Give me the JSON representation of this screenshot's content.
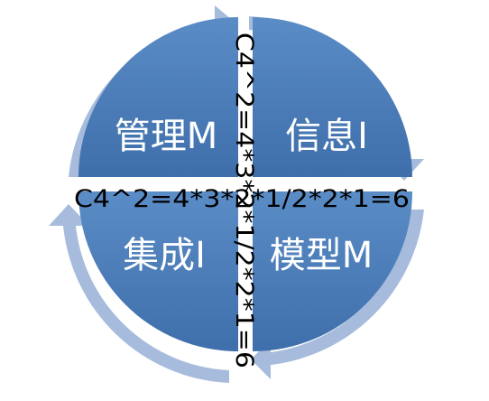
{
  "quadrants": {
    "top_left": "管理M",
    "top_right": "信息Ⅰ",
    "bottom_left": "集成Ⅰ",
    "bottom_right": "模型M"
  },
  "formula_horizontal": "C4^2=4*3*2*1/2*2*1=6",
  "formula_vertical": "C4^2=4*3*2*1/2*2*1=6",
  "colors": {
    "quadrant_fill": "#4f81bd",
    "arrow_fill": "#a7bcdc",
    "divider": "#ffffff",
    "label_text": "#ffffff",
    "formula_text": "#000000"
  }
}
